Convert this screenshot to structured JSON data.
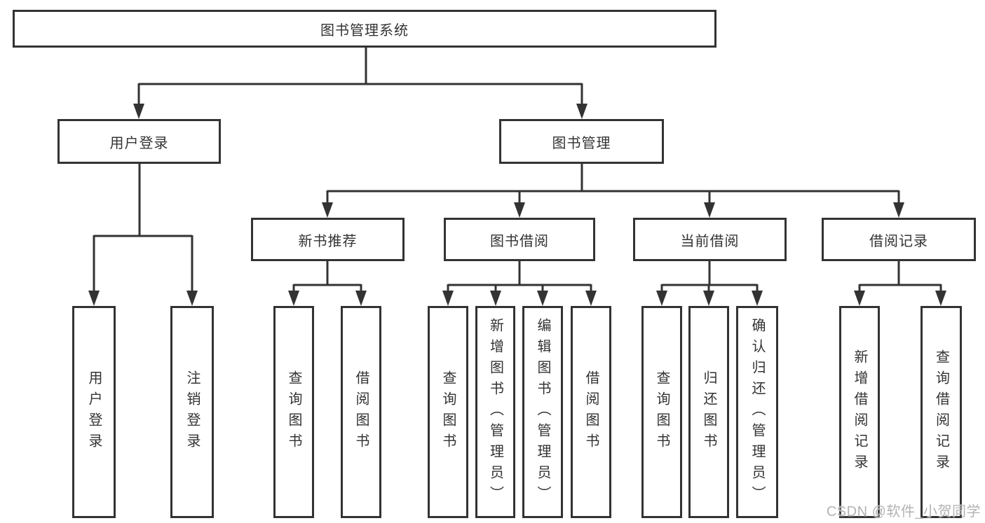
{
  "diagram": {
    "root": {
      "label": "图书管理系统"
    },
    "branches": [
      {
        "label": "用户登录",
        "leaves": [
          {
            "label": "用户登录"
          },
          {
            "label": "注销登录"
          }
        ]
      },
      {
        "label": "图书管理",
        "groups": [
          {
            "label": "新书推荐",
            "leaves": [
              {
                "label": "查询图书"
              },
              {
                "label": "借阅图书"
              }
            ]
          },
          {
            "label": "图书借阅",
            "leaves": [
              {
                "label": "查询图书"
              },
              {
                "label": "新增图书（管理员）"
              },
              {
                "label": "编辑图书（管理员）"
              },
              {
                "label": "借阅图书"
              }
            ]
          },
          {
            "label": "当前借阅",
            "leaves": [
              {
                "label": "查询图书"
              },
              {
                "label": "归还图书"
              },
              {
                "label": "确认归还（管理员）"
              }
            ]
          },
          {
            "label": "借阅记录",
            "leaves": [
              {
                "label": "新增借阅记录"
              },
              {
                "label": "查询借阅记录"
              }
            ]
          }
        ]
      }
    ]
  },
  "watermark": "CSDN @软件_小贺同学",
  "colors": {
    "line": "#333333",
    "text": "#333333",
    "background": "#ffffff",
    "watermark": "#b3b3b3"
  }
}
